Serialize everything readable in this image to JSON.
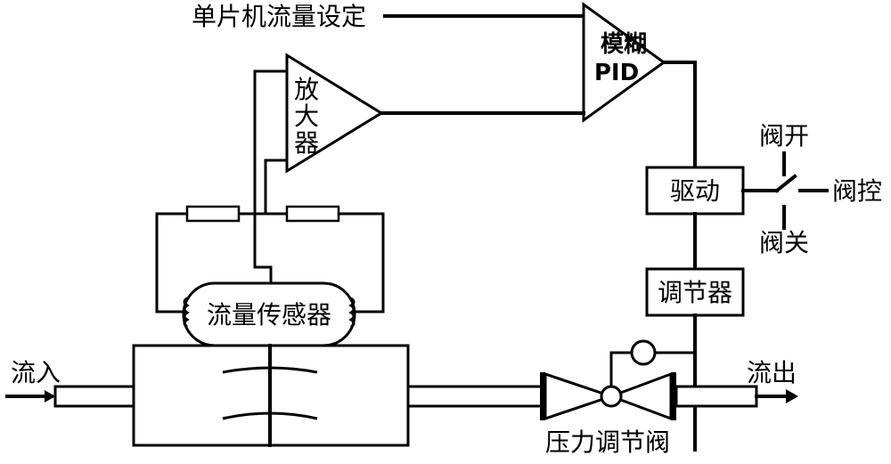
{
  "labels": {
    "setpoint": "单片机流量设定",
    "fuzzy_line1": "模糊",
    "fuzzy_line2": "PID",
    "amp_1": "放",
    "amp_2": "大",
    "amp_3": "器",
    "valve_open": "阀开",
    "valve_close": "阀关",
    "valve_control": "阀控",
    "driver": "驱动",
    "regulator": "调节器",
    "sensor": "流量传感器",
    "inflow": "流入",
    "outflow": "流出",
    "pressure_valve": "压力调节阀"
  }
}
